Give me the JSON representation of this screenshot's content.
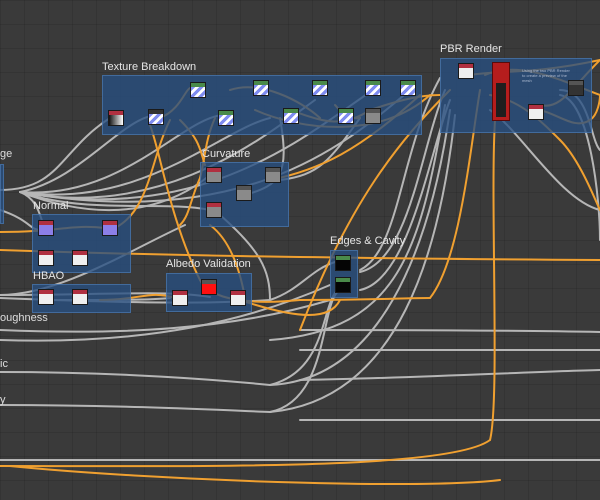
{
  "frames": {
    "texture_breakdown": {
      "title": "Texture Breakdown"
    },
    "pbr_render": {
      "title": "PBR Render",
      "comment": "Using the two PBR Render to create a preview of the mesh"
    },
    "curvature": {
      "title": "Curvature"
    },
    "normal": {
      "title": "Normal"
    },
    "hbao": {
      "title": "HBAO"
    },
    "albedo_validation": {
      "title": "Albedo Validation"
    },
    "edges_cavity": {
      "title": "Edges & Cavity"
    }
  },
  "side_labels": {
    "age": "ge",
    "roughness": "oughness",
    "metallic": "ic",
    "opacity": "y"
  },
  "colors": {
    "wire_orange": "#f0a030",
    "wire_grey": "#c2c2c2",
    "frame_bg": "#2a5082",
    "node_header": "#b03040"
  }
}
